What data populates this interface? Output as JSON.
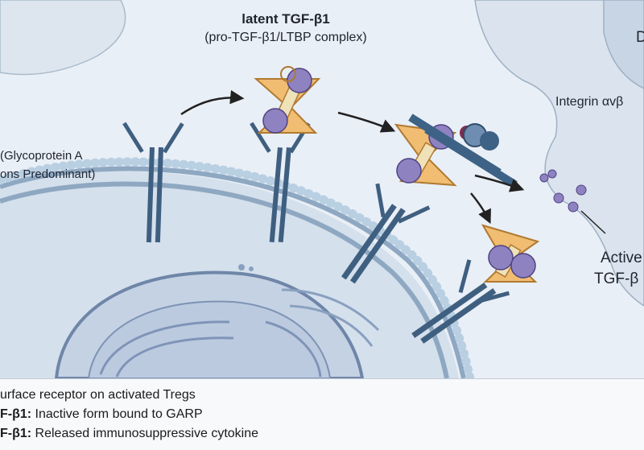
{
  "labels": {
    "title": "latent TGF-β1",
    "subtitle": "(pro-TGF-β1/LTBP complex)",
    "garp_line1": "(Glycoprotein A",
    "garp_line2": "ons Predominant)",
    "integrin": "Integrin αvβ",
    "active_line1": "Active",
    "active_line2": "TGF-β",
    "cell_d": "D"
  },
  "legend": [
    {
      "term": "",
      "text": "urface receptor on activated Tregs"
    },
    {
      "term": "F-β1:",
      "text": " Inactive form bound to GARP"
    },
    {
      "term": "F-β1:",
      "text": " Released immunosuppressive cytokine"
    }
  ],
  "colors": {
    "background": "#e9eff6",
    "membrane_head": "#b9cfe2",
    "receptor": "#3f5f80",
    "latency_wing": "#f0bd72",
    "tgf_dimer": "#8f82c0",
    "integrin": "#3d6286"
  }
}
